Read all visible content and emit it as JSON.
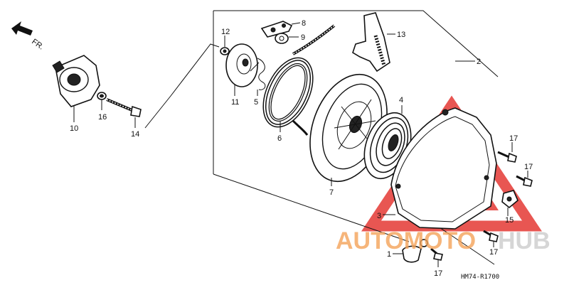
{
  "direction_label": "FR.",
  "diagram_code": "HM74-R1700",
  "watermark": {
    "prefix": "AUTOMOTO",
    "suffix": "HUB",
    "prefix_color": "#f4a259",
    "suffix_color": "#d9d9d9",
    "triangle_color": "#e53935"
  },
  "callouts": {
    "c1": "1",
    "c2": "2",
    "c3": "3",
    "c4": "4",
    "c5": "5",
    "c6": "6",
    "c7": "7",
    "c8": "8",
    "c9": "9",
    "c10": "10",
    "c11": "11",
    "c12": "12",
    "c13": "13",
    "c14": "14",
    "c15": "15",
    "c16": "16",
    "c17a": "17",
    "c17b": "17",
    "c17c": "17",
    "c17d": "17"
  },
  "icons": [
    "arrow-icon",
    "pulley-icon",
    "bolt-icon",
    "washer-icon",
    "ratchet-plate-icon",
    "spring-icon",
    "rope-icon",
    "reel-icon",
    "recoil-spring-icon",
    "cover-icon",
    "handle-icon",
    "nut-icon",
    "clip-icon"
  ]
}
